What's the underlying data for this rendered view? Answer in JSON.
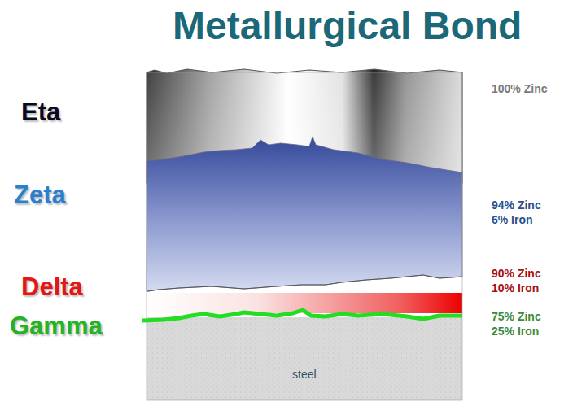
{
  "diagram": {
    "title": "Metallurgical Bond",
    "nodes": [
      {
        "text": [
          "Eta",
          "100% Zinc"
        ]
      },
      {
        "text": [
          "Zeta",
          "94% Zinc 6% Iron"
        ]
      },
      {
        "text": [
          "Delta",
          "90% Zinc 10% Iron"
        ]
      },
      {
        "text": [
          "Gamma",
          "75% Zinc 25% Iron"
        ]
      },
      {
        "text": [
          "steel"
        ]
      }
    ]
  }
}
